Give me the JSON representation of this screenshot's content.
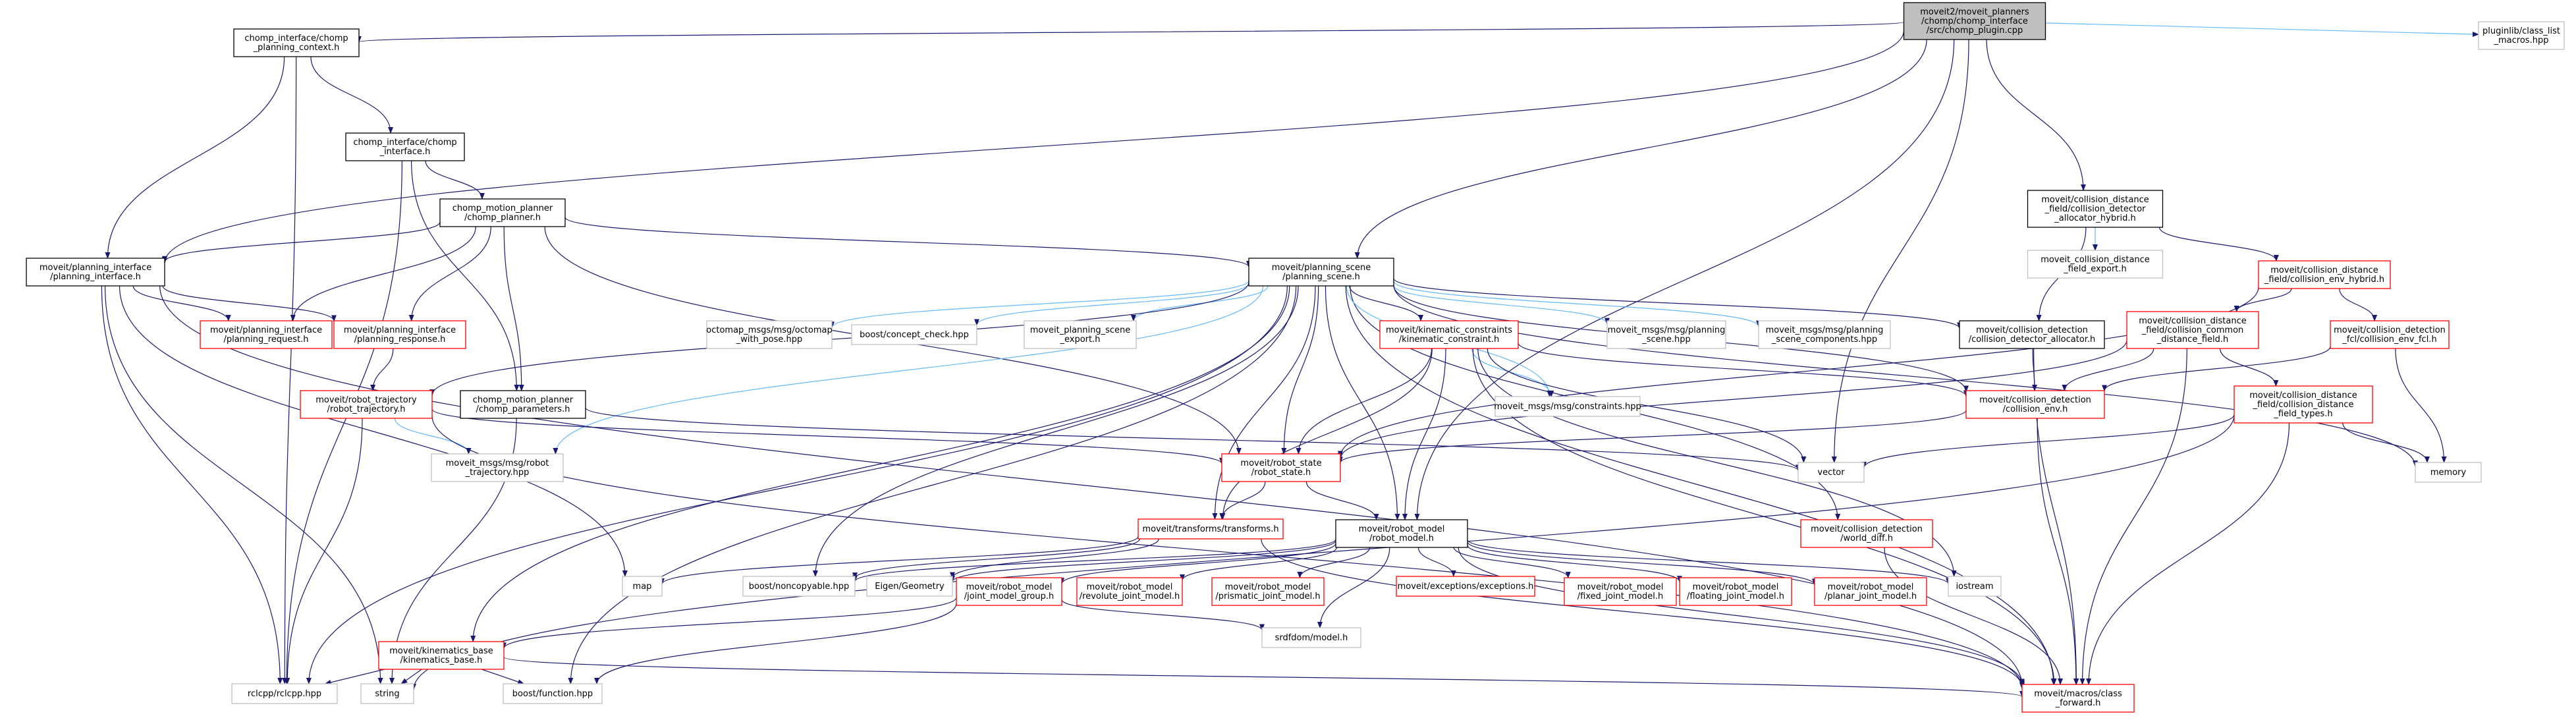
{
  "colors": {
    "root_fill": "#bfbfbf",
    "root_stroke": "#000000",
    "documented_stroke": "#000000",
    "incomplete_stroke": "#ff0000",
    "external_stroke": "#bfbfbf",
    "edge_color": "#191970",
    "external_edge_color": "#63b8ff"
  },
  "nodes": [
    {
      "id": "root",
      "kind": "root",
      "lines": [
        "moveit2/moveit_planners",
        "/chomp/chomp_interface",
        "/src/chomp_plugin.cpp"
      ]
    },
    {
      "id": "ctx",
      "kind": "doc",
      "lines": [
        "chomp_interface/chomp",
        "_planning_context.h"
      ]
    },
    {
      "id": "class_list",
      "kind": "ext",
      "lines": [
        "pluginlib/class_list",
        "_macros.hpp"
      ]
    },
    {
      "id": "chomp_iface",
      "kind": "doc",
      "lines": [
        "chomp_interface/chomp",
        "_interface.h"
      ]
    },
    {
      "id": "cdf_hybrid",
      "kind": "doc",
      "lines": [
        "moveit/collision_distance",
        "_field/collision_detector",
        "_allocator_hybrid.h"
      ]
    },
    {
      "id": "chomp_planner",
      "kind": "doc",
      "lines": [
        "chomp_motion_planner",
        "/chomp_planner.h"
      ]
    },
    {
      "id": "pi",
      "kind": "doc",
      "lines": [
        "moveit/planning_interface",
        "/planning_interface.h"
      ]
    },
    {
      "id": "ps",
      "kind": "doc",
      "lines": [
        "moveit/planning_scene",
        "/planning_scene.h"
      ]
    },
    {
      "id": "cdf_export",
      "kind": "ext",
      "lines": [
        "moveit_collision_distance",
        "_field_export.h"
      ]
    },
    {
      "id": "cenv_hybrid",
      "kind": "inc",
      "lines": [
        "moveit/collision_distance",
        "_field/collision_env_hybrid.h"
      ]
    },
    {
      "id": "preq",
      "kind": "inc",
      "lines": [
        "moveit/planning_interface",
        "/planning_request.h"
      ]
    },
    {
      "id": "presp",
      "kind": "inc",
      "lines": [
        "moveit/planning_interface",
        "/planning_response.h"
      ]
    },
    {
      "id": "octomap",
      "kind": "ext",
      "lines": [
        "octomap_msgs/msg/octomap",
        "_with_pose.hpp"
      ]
    },
    {
      "id": "concept",
      "kind": "ext",
      "lines": [
        "boost/concept_check.hpp"
      ]
    },
    {
      "id": "ps_export",
      "kind": "ext",
      "lines": [
        "moveit_planning_scene",
        "_export.h"
      ]
    },
    {
      "id": "kin_con",
      "kind": "inc",
      "lines": [
        "moveit/kinematic_constraints",
        "/kinematic_constraint.h"
      ]
    },
    {
      "id": "ps_msg",
      "kind": "ext",
      "lines": [
        "moveit_msgs/msg/planning",
        "_scene.hpp"
      ]
    },
    {
      "id": "ps_comp",
      "kind": "ext",
      "lines": [
        "moveit_msgs/msg/planning",
        "_scene_components.hpp"
      ]
    },
    {
      "id": "cd_alloc",
      "kind": "doc",
      "lines": [
        "moveit/collision_detection",
        "/collision_detector_allocator.h"
      ]
    },
    {
      "id": "cdf_common",
      "kind": "inc",
      "lines": [
        "moveit/collision_distance",
        "_field/collision_common",
        "_distance_field.h"
      ]
    },
    {
      "id": "cenv_fcl",
      "kind": "inc",
      "lines": [
        "moveit/collision_detection",
        "_fcl/collision_env_fcl.h"
      ]
    },
    {
      "id": "rtraj",
      "kind": "inc",
      "lines": [
        "moveit/robot_trajectory",
        "/robot_trajectory.h"
      ]
    },
    {
      "id": "chomp_params",
      "kind": "doc",
      "lines": [
        "chomp_motion_planner",
        "/chomp_parameters.h"
      ]
    },
    {
      "id": "constraints",
      "kind": "ext",
      "lines": [
        "moveit_msgs/msg/constraints.hpp"
      ]
    },
    {
      "id": "cenv",
      "kind": "inc",
      "lines": [
        "moveit/collision_detection",
        "/collision_env.h"
      ]
    },
    {
      "id": "cdf_types",
      "kind": "inc",
      "lines": [
        "moveit/collision_distance",
        "_field/collision_distance",
        "_field_types.h"
      ]
    },
    {
      "id": "rtraj_msg",
      "kind": "ext",
      "lines": [
        "moveit_msgs/msg/robot",
        "_trajectory.hpp"
      ]
    },
    {
      "id": "rstate",
      "kind": "inc",
      "lines": [
        "moveit/robot_state",
        "/robot_state.h"
      ]
    },
    {
      "id": "vector",
      "kind": "ext",
      "lines": [
        "vector"
      ]
    },
    {
      "id": "memory",
      "kind": "ext",
      "lines": [
        "memory"
      ]
    },
    {
      "id": "transforms",
      "kind": "inc",
      "lines": [
        "moveit/transforms/transforms.h"
      ]
    },
    {
      "id": "rmodel",
      "kind": "doc",
      "lines": [
        "moveit/robot_model",
        "/robot_model.h"
      ]
    },
    {
      "id": "world_diff",
      "kind": "inc",
      "lines": [
        "moveit/collision_detection",
        "/world_diff.h"
      ]
    },
    {
      "id": "map",
      "kind": "ext",
      "lines": [
        "map"
      ]
    },
    {
      "id": "noncopy",
      "kind": "ext",
      "lines": [
        "boost/noncopyable.hpp"
      ]
    },
    {
      "id": "eigen",
      "kind": "ext",
      "lines": [
        "Eigen/Geometry"
      ]
    },
    {
      "id": "jmg",
      "kind": "inc",
      "lines": [
        "moveit/robot_model",
        "/joint_model_group.h"
      ]
    },
    {
      "id": "revolute",
      "kind": "inc",
      "lines": [
        "moveit/robot_model",
        "/revolute_joint_model.h"
      ]
    },
    {
      "id": "prismatic",
      "kind": "inc",
      "lines": [
        "moveit/robot_model",
        "/prismatic_joint_model.h"
      ]
    },
    {
      "id": "exceptions",
      "kind": "inc",
      "lines": [
        "moveit/exceptions/exceptions.h"
      ]
    },
    {
      "id": "fixed",
      "kind": "inc",
      "lines": [
        "moveit/robot_model",
        "/fixed_joint_model.h"
      ]
    },
    {
      "id": "floating",
      "kind": "inc",
      "lines": [
        "moveit/robot_model",
        "/floating_joint_model.h"
      ]
    },
    {
      "id": "planar",
      "kind": "inc",
      "lines": [
        "moveit/robot_model",
        "/planar_joint_model.h"
      ]
    },
    {
      "id": "iostream",
      "kind": "ext",
      "lines": [
        "iostream"
      ]
    },
    {
      "id": "srdfdom",
      "kind": "ext",
      "lines": [
        "srdfdom/model.h"
      ]
    },
    {
      "id": "kin_base",
      "kind": "inc",
      "lines": [
        "moveit/kinematics_base",
        "/kinematics_base.h"
      ]
    },
    {
      "id": "rclcpp",
      "kind": "ext",
      "lines": [
        "rclcpp/rclcpp.hpp"
      ]
    },
    {
      "id": "string",
      "kind": "ext",
      "lines": [
        "string"
      ]
    },
    {
      "id": "function",
      "kind": "ext",
      "lines": [
        "boost/function.hpp"
      ]
    },
    {
      "id": "class_fwd",
      "kind": "inc",
      "lines": [
        "moveit/macros/class",
        "_forward.h"
      ]
    }
  ],
  "edges": [
    [
      "root",
      "ctx"
    ],
    [
      "root",
      "class_list"
    ],
    [
      "root",
      "pi"
    ],
    [
      "root",
      "ps"
    ],
    [
      "root",
      "cdf_hybrid"
    ],
    [
      "root",
      "rmodel"
    ],
    [
      "root",
      "vector"
    ],
    [
      "ctx",
      "chomp_iface"
    ],
    [
      "ctx",
      "pi"
    ],
    [
      "ctx",
      "rclcpp"
    ],
    [
      "chomp_iface",
      "chomp_planner"
    ],
    [
      "chomp_iface",
      "chomp_params"
    ],
    [
      "chomp_iface",
      "rclcpp"
    ],
    [
      "chomp_planner",
      "pi"
    ],
    [
      "chomp_planner",
      "ps"
    ],
    [
      "chomp_planner",
      "preq"
    ],
    [
      "chomp_planner",
      "presp"
    ],
    [
      "chomp_planner",
      "chomp_params"
    ],
    [
      "chomp_planner",
      "rstate"
    ],
    [
      "pi",
      "preq"
    ],
    [
      "pi",
      "presp"
    ],
    [
      "pi",
      "map"
    ],
    [
      "pi",
      "string"
    ],
    [
      "pi",
      "rclcpp"
    ],
    [
      "pi",
      "class_fwd"
    ],
    [
      "presp",
      "rtraj"
    ],
    [
      "cdf_hybrid",
      "cdf_export"
    ],
    [
      "cdf_hybrid",
      "cenv_hybrid"
    ],
    [
      "cdf_hybrid",
      "cd_alloc"
    ],
    [
      "cenv_hybrid",
      "cdf_common"
    ],
    [
      "cenv_hybrid",
      "cenv_fcl"
    ],
    [
      "cenv_hybrid",
      "rstate"
    ],
    [
      "cenv_fcl",
      "cenv"
    ],
    [
      "cenv_fcl",
      "memory"
    ],
    [
      "cdf_common",
      "cenv"
    ],
    [
      "cdf_common",
      "cdf_types"
    ],
    [
      "cdf_common",
      "rstate"
    ],
    [
      "cdf_common",
      "class_fwd"
    ],
    [
      "cdf_types",
      "vector"
    ],
    [
      "cdf_types",
      "memory"
    ],
    [
      "cdf_types",
      "class_fwd"
    ],
    [
      "cdf_types",
      "string"
    ],
    [
      "ps",
      "octomap"
    ],
    [
      "ps",
      "concept"
    ],
    [
      "ps_export",
      "ps_export"
    ],
    [
      "ps",
      "ps_export"
    ],
    [
      "ps",
      "kin_con"
    ],
    [
      "ps",
      "ps_msg"
    ],
    [
      "ps",
      "ps_comp"
    ],
    [
      "ps",
      "cd_alloc"
    ],
    [
      "ps",
      "cenv"
    ],
    [
      "ps",
      "rtraj"
    ],
    [
      "ps",
      "rtraj_msg"
    ],
    [
      "ps",
      "rstate"
    ],
    [
      "ps",
      "transforms"
    ],
    [
      "ps",
      "rmodel"
    ],
    [
      "ps",
      "world_diff"
    ],
    [
      "ps",
      "noncopy"
    ],
    [
      "ps",
      "function"
    ],
    [
      "ps",
      "rclcpp"
    ],
    [
      "ps",
      "kin_base"
    ],
    [
      "ps",
      "memory"
    ],
    [
      "ps",
      "class_fwd"
    ],
    [
      "ps",
      "constraints"
    ],
    [
      "kin_con",
      "constraints"
    ],
    [
      "kin_con",
      "cenv"
    ],
    [
      "kin_con",
      "rstate"
    ],
    [
      "kin_con",
      "transforms"
    ],
    [
      "kin_con",
      "rmodel"
    ],
    [
      "kin_con",
      "vector"
    ],
    [
      "kin_con",
      "iostream"
    ],
    [
      "kin_con",
      "class_fwd"
    ],
    [
      "cd_alloc",
      "cenv"
    ],
    [
      "cd_alloc",
      "class_fwd"
    ],
    [
      "cenv",
      "rstate"
    ],
    [
      "cenv",
      "class_fwd"
    ],
    [
      "rtraj",
      "rtraj_msg"
    ],
    [
      "rtraj",
      "rstate"
    ],
    [
      "rtraj",
      "rclcpp"
    ],
    [
      "rtraj",
      "class_fwd"
    ],
    [
      "chomp_params",
      "string"
    ],
    [
      "chomp_params",
      "vector"
    ],
    [
      "rstate",
      "transforms"
    ],
    [
      "rstate",
      "rmodel"
    ],
    [
      "transforms",
      "map"
    ],
    [
      "transforms",
      "noncopy"
    ],
    [
      "transforms",
      "eigen"
    ],
    [
      "transforms",
      "class_fwd"
    ],
    [
      "rmodel",
      "noncopy"
    ],
    [
      "rmodel",
      "eigen"
    ],
    [
      "rmodel",
      "jmg"
    ],
    [
      "rmodel",
      "revolute"
    ],
    [
      "rmodel",
      "prismatic"
    ],
    [
      "rmodel",
      "exceptions"
    ],
    [
      "rmodel",
      "fixed"
    ],
    [
      "rmodel",
      "floating"
    ],
    [
      "rmodel",
      "planar"
    ],
    [
      "rmodel",
      "iostream"
    ],
    [
      "rmodel",
      "srdfdom"
    ],
    [
      "rmodel",
      "class_fwd"
    ],
    [
      "jmg",
      "kin_base"
    ],
    [
      "jmg",
      "srdfdom"
    ],
    [
      "jmg",
      "function"
    ],
    [
      "kin_base",
      "rclcpp"
    ],
    [
      "kin_base",
      "string"
    ],
    [
      "kin_base",
      "function"
    ],
    [
      "kin_base",
      "class_fwd"
    ],
    [
      "world_diff",
      "class_fwd"
    ]
  ]
}
